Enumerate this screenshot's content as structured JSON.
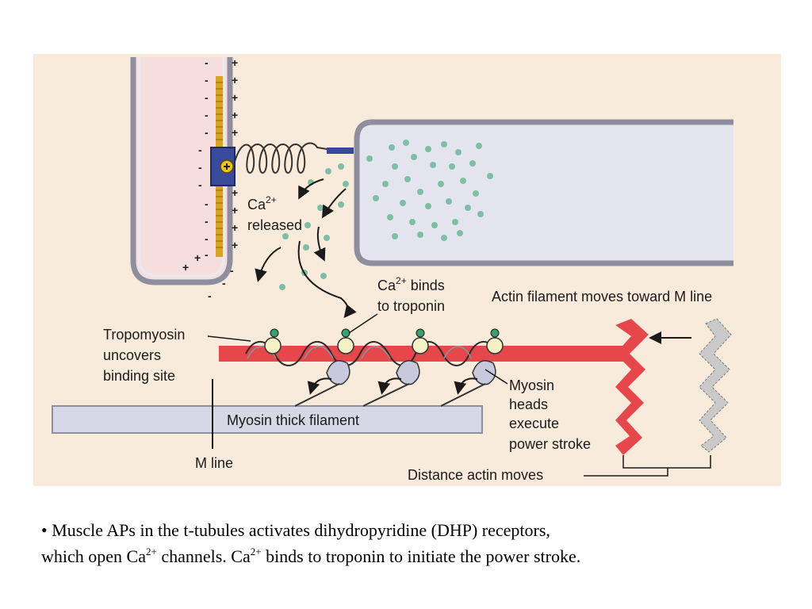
{
  "diagram": {
    "colors": {
      "background": "#f9ebdc",
      "ttubule_fill": "#f6dede",
      "membrane_edge": "#8e8e9e",
      "sr_fill": "#e4e5ee",
      "calcium": "#7fbea5",
      "actin": "#e5474a",
      "myosin": "#d7d8e6",
      "receptor": "#3a4a9a",
      "troponin": "#f4f1c6"
    },
    "labels": {
      "ca_released_ion": "Ca",
      "ca_released_charge": "2+",
      "ca_released_text": "released",
      "ca_binds_ion": "Ca",
      "ca_binds_charge": "2+",
      "ca_binds_text": " binds",
      "ca_binds_line2": "to troponin",
      "actin_moves": "Actin filament moves toward M line",
      "tropomyosin_line1": "Tropomyosin",
      "tropomyosin_line2": "uncovers",
      "tropomyosin_line3": "binding site",
      "myosin_line1": "Myosin",
      "myosin_line2": "heads",
      "myosin_line3": "execute",
      "myosin_line4": "power stroke",
      "thick_filament": "Myosin thick filament",
      "m_line": "M line",
      "distance": "Distance actin moves"
    },
    "membrane_charges": {
      "minus": "-",
      "plus": "+"
    }
  },
  "caption": {
    "bullet": "•",
    "part1": " Muscle APs in the t-tubules activates dihydropyridine (DHP) receptors,",
    "part2": "which open Ca",
    "sup1": "2+",
    "part3": " channels. Ca",
    "sup2": "2+",
    "part4": " binds to troponin to initiate the power stroke."
  }
}
